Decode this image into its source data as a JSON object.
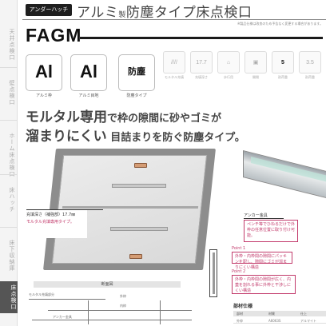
{
  "header": {
    "tag": "アンダーハッチ",
    "title_part1": "アルミ",
    "title_small": "製",
    "title_part2": "防塵タイプ床点検口",
    "note": "※製品仕様は改良のため予告なく変更する場合があります。",
    "model": "FAGM"
  },
  "sidebar": {
    "items": [
      "天井点検口",
      "壁点検口",
      "ホーム床点検口",
      "床ハッチ",
      "床下収納庫",
      "床点検口"
    ],
    "active_index": 5
  },
  "badges": [
    {
      "text": "Al",
      "caption": "アルミ枠",
      "icon": "aluminum-frame-badge"
    },
    {
      "text": "Al",
      "caption": "アルミ目地",
      "icon": "aluminum-joint-badge"
    },
    {
      "text": "防塵",
      "caption": "防塵タイプ",
      "icon": "dustproof-badge"
    }
  ],
  "specs": [
    {
      "text": "////",
      "caption": "モルタル充填",
      "icon": "mortar-fill-icon"
    },
    {
      "text": "17.7",
      "caption": "充填深さ",
      "icon": "fill-depth-icon"
    },
    {
      "text": "⌂",
      "caption": "歩行用",
      "icon": "walk-load-icon"
    },
    {
      "text": "▣",
      "caption": "開閉",
      "icon": "open-close-icon"
    },
    {
      "text": "5",
      "caption": "耐荷重",
      "icon": "load-rating-icon"
    },
    {
      "text": "3.5",
      "caption": "耐荷重",
      "icon": "load-rating-2-icon"
    }
  ],
  "headline": {
    "line1_a": "モルタル専用",
    "line1_b": "で枠の隙間に砂やゴミが",
    "line2_a": "溜まりにくい",
    "line2_b": " 目詰まりを防ぐ防塵タイプ。"
  },
  "callout": {
    "line1": "充填深さ（補強部）17.7㎜",
    "line2": "モルタル充填専用タイプ。"
  },
  "right_notes": {
    "anchor": "アンカー金具",
    "anchor_desc": "ペンチ等でひねるだけで外枠の任意位置に取り付け可能。",
    "point1_tag": "Point 1",
    "point1": "外枠・内枠間の隙間にパッキンを配し、隙間にゴミが溜まりにくい構造",
    "point2_tag": "Point 2",
    "point2": "外枠・内枠間の隙間が広く、内蓋を割れる事に外枠と干渉しにくい構造"
  },
  "drawing": {
    "head": "断面図",
    "label1": "モルタル充填部分",
    "label2": "外枠",
    "label3": "内枠",
    "label4": "アンカー金具"
  },
  "table": {
    "title": "部材仕様",
    "cols": [
      "部材",
      "材質",
      "仕上"
    ],
    "row": [
      "外枠",
      "A6063S",
      "アルマイト"
    ]
  }
}
